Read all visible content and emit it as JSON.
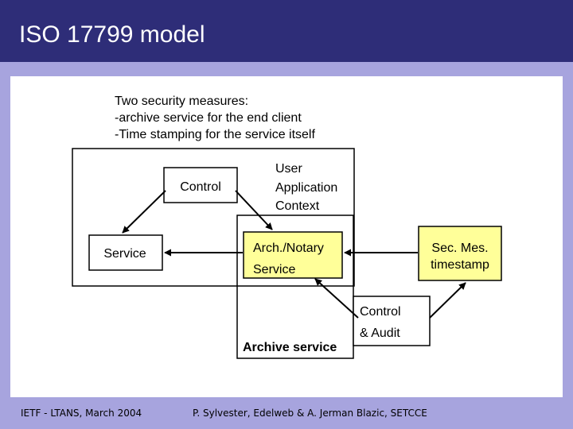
{
  "slide": {
    "title": "ISO 17799 model",
    "intro": [
      "Two security measures:",
      "-archive service for the end client",
      "-Time stamping for the service itself"
    ]
  },
  "diagram": {
    "control": "Control",
    "user_app": [
      "User",
      "Application",
      "Context"
    ],
    "service": "Service",
    "arch_notary": [
      "Arch./Notary",
      "Service"
    ],
    "sec_mes": [
      "Sec. Mes.",
      "timestamp"
    ],
    "control_audit": [
      "Control",
      "& Audit"
    ],
    "archive_service": "Archive service"
  },
  "footer": {
    "left": "IETF - LTANS, March 2004",
    "center": "P. Sylvester, Edelweb & A. Jerman Blazic, SETCCE"
  },
  "colors": {
    "title_bar": "#2e2d78",
    "band": "#a7a4de",
    "box_fill": "#ffff99"
  }
}
